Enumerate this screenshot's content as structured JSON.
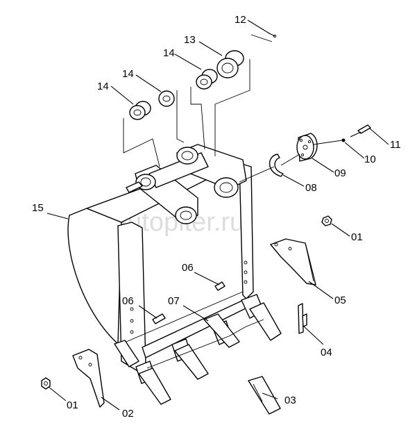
{
  "watermark": "autopiter.ru",
  "callouts": [
    {
      "id": "c12",
      "text": "12"
    },
    {
      "id": "c13",
      "text": "13"
    },
    {
      "id": "c14a",
      "text": "14"
    },
    {
      "id": "c14b",
      "text": "14"
    },
    {
      "id": "c14c",
      "text": "14"
    },
    {
      "id": "c11",
      "text": "11"
    },
    {
      "id": "c10",
      "text": "10"
    },
    {
      "id": "c09",
      "text": "09"
    },
    {
      "id": "c08",
      "text": "08"
    },
    {
      "id": "c15",
      "text": "15"
    },
    {
      "id": "c01a",
      "text": "01"
    },
    {
      "id": "c05",
      "text": "05"
    },
    {
      "id": "c06a",
      "text": "06"
    },
    {
      "id": "c06b",
      "text": "06"
    },
    {
      "id": "c07",
      "text": "07"
    },
    {
      "id": "c04",
      "text": "04"
    },
    {
      "id": "c03",
      "text": "03"
    },
    {
      "id": "c02",
      "text": "02"
    },
    {
      "id": "c01b",
      "text": "01"
    }
  ]
}
